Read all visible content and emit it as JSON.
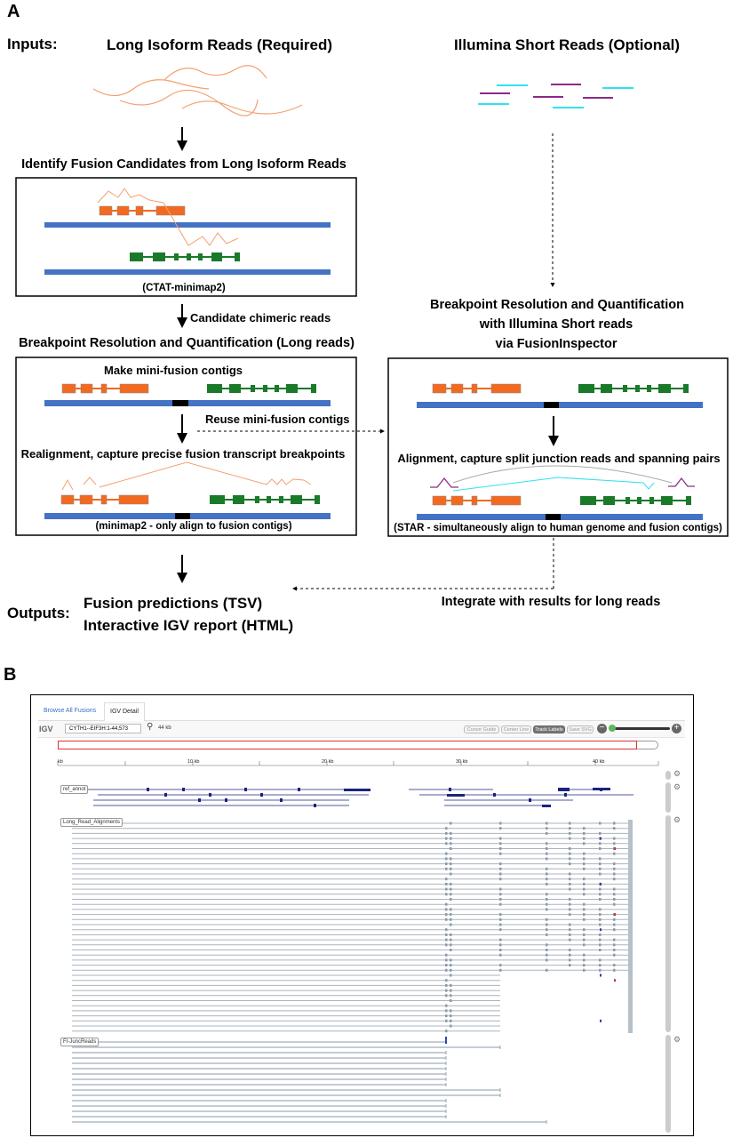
{
  "panelA": {
    "letter": "A",
    "inputs_label": "Inputs:",
    "long_reads_title": "Long Isoform Reads (Required)",
    "short_reads_title": "Illumina Short Reads (Optional)",
    "identify_title": "Identify Fusion Candidates from Long Isoform Reads",
    "ctat_label": "(CTAT-minimap2)",
    "candidate_label": "Candidate chimeric reads",
    "breakpoint_long_title": "Breakpoint Resolution and Quantification (Long reads)",
    "mini_contigs_label": "Make mini-fusion contigs",
    "reuse_label": "Reuse mini-fusion contigs",
    "realign_label": "Realignment, capture precise fusion transcript breakpoints",
    "minimap_label": "(minimap2 - only align to fusion contigs)",
    "breakpoint_short_title_1": "Breakpoint Resolution and Quantiﬁcation",
    "breakpoint_short_title_2": "with Illumina Short reads",
    "breakpoint_short_title_3": "via FusionInspector",
    "align_capture_label": "Alignment, capture split junction reads and spanning pairs",
    "star_label": "(STAR - simultaneously align to human genome and fusion contigs)",
    "outputs_label": "Outputs:",
    "output_1": "Fusion predictions (TSV)",
    "output_2": "Interactive IGV report (HTML)",
    "integrate_label": "Integrate with results for long reads"
  },
  "panelB": {
    "letter": "B",
    "tabs": [
      "Browse All Fusions",
      "IGV Detail"
    ],
    "igv_logo": "IGV",
    "locus": "CYTH1--EIF3H:1-44,573",
    "span": "44 kb",
    "buttons": [
      "Cursor Guide",
      "Center Line",
      "Track Labels",
      "Save SVG"
    ],
    "ruler_ticks": [
      "kb",
      "10 kb",
      "20 kb",
      "30 kb",
      "40 kb"
    ],
    "tracks": [
      "ref_annot",
      "Long_Read_Alignments",
      "FI-JuncReads"
    ]
  },
  "colors": {
    "orange_exon": "#f26a21",
    "green_exon": "#1a7a2a",
    "blue_bar": "#4472c4",
    "read_orange": "#f4a070",
    "cyan": "#33e0f0",
    "purple": "#8b2a8b",
    "gene_navy": "#1a237e"
  }
}
